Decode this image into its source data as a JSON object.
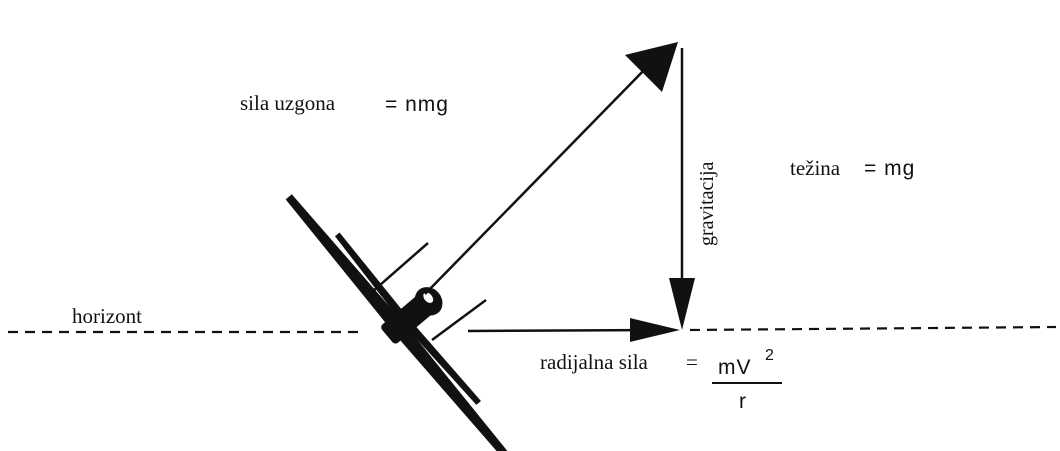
{
  "labels": {
    "lift": "sila uzgona",
    "lift_formula": "= nmg",
    "gravity": "gravitacija",
    "weight": "težina",
    "weight_formula": "= mg",
    "horizon": "horizont",
    "radial": "radijalna sila",
    "radial_eq": "=",
    "radial_numerator": "mV",
    "radial_exponent": "2",
    "radial_denominator": "r"
  },
  "colors": {
    "ink": "#111111",
    "background": "#ffffff"
  }
}
